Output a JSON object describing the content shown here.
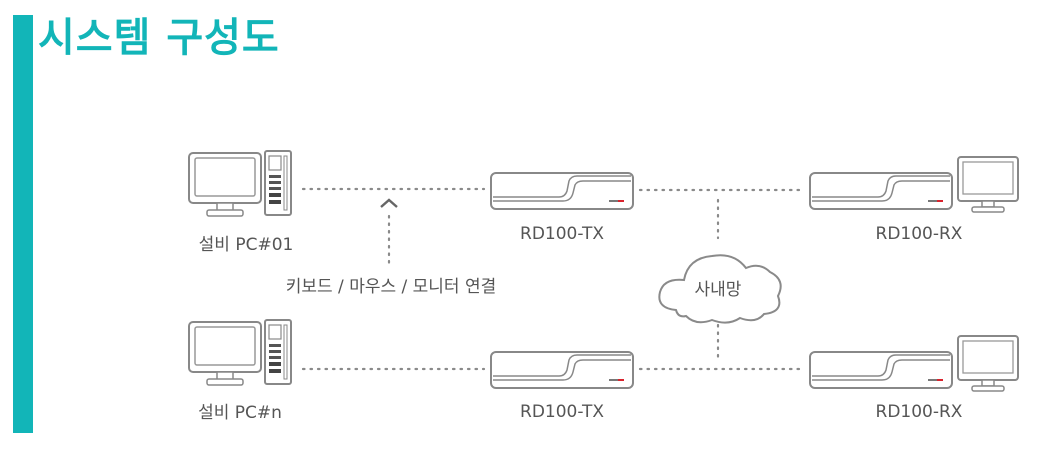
{
  "title": "시스템 구성도",
  "colors": {
    "accent": "#12b5b8",
    "line": "#8a8a8a",
    "label": "#555555",
    "brand": "#d9232d"
  },
  "diagram": {
    "nodes": {
      "pc1": {
        "label": "설비 PC#01",
        "icon": "desktop-pc-icon"
      },
      "pcn": {
        "label": "설비 PC#n",
        "icon": "desktop-pc-icon"
      },
      "tx1": {
        "label": "RD100-TX",
        "icon": "kvm-extender-device-icon"
      },
      "txn": {
        "label": "RD100-TX",
        "icon": "kvm-extender-device-icon"
      },
      "rx1": {
        "label": "RD100-RX",
        "icon": "kvm-extender-device-icon"
      },
      "rxn": {
        "label": "RD100-RX",
        "icon": "kvm-extender-device-icon"
      },
      "network": {
        "label": "사내망",
        "icon": "cloud-icon"
      }
    },
    "connection_label": "키보드 / 마우스 / 모니터 연결",
    "connections": [
      [
        "pc1",
        "tx1"
      ],
      [
        "tx1",
        "rx1"
      ],
      [
        "pcn",
        "txn"
      ],
      [
        "txn",
        "rxn"
      ],
      [
        "tx1-rx1-line",
        "network"
      ],
      [
        "network",
        "txn-rxn-line"
      ]
    ]
  }
}
